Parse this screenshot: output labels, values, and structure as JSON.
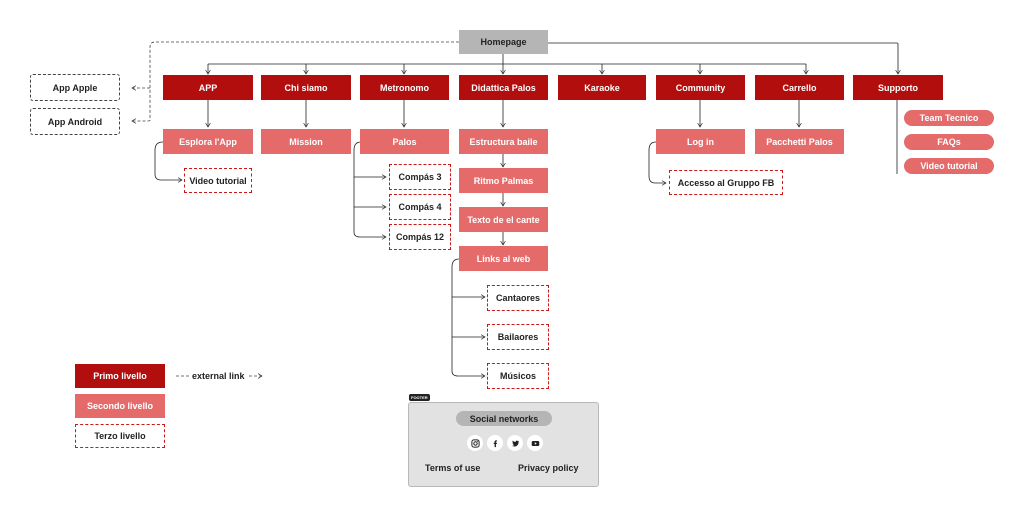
{
  "root": "Homepage",
  "external": {
    "apple": "App Apple",
    "android": "App Android"
  },
  "menu": [
    "APP",
    "Chi siamo",
    "Metronomo",
    "Didattica Palos",
    "Karaoke",
    "Community",
    "Carrello",
    "Supporto"
  ],
  "app": {
    "l2": "Esplora l'App",
    "l3": "Video tutorial"
  },
  "chisiamo": {
    "l2": "Mission"
  },
  "metronomo": {
    "l2": "Palos",
    "l3": [
      "Compás 3",
      "Compás 4",
      "Compás 12"
    ]
  },
  "didattica": {
    "chain": [
      "Estructura baile",
      "Ritmo Palmas",
      "Texto de el cante",
      "Links al web"
    ],
    "l3": [
      "Cantaores",
      "Bailaores",
      "Músicos"
    ]
  },
  "community": {
    "l2": "Log in",
    "l3": "Accesso al Gruppo FB"
  },
  "carrello": {
    "l2": "Pacchetti Palos"
  },
  "supporto": {
    "items": [
      "Team Tecnico",
      "FAQs",
      "Video tutorial"
    ]
  },
  "legend": {
    "primo": "Primo livello",
    "secondo": "Secondo livello",
    "terzo": "Terzo livello",
    "external": "external link"
  },
  "footer": {
    "tag": "FOOTER",
    "social": "Social networks",
    "icons": [
      "instagram-icon",
      "facebook-icon",
      "twitter-icon",
      "youtube-icon"
    ],
    "terms": "Terms of use",
    "privacy": "Privacy policy"
  },
  "colors": {
    "primo": "#b30e0e",
    "secondo": "#e56b6b",
    "terzo_border": "#c81818",
    "home": "#b5b5b5"
  }
}
